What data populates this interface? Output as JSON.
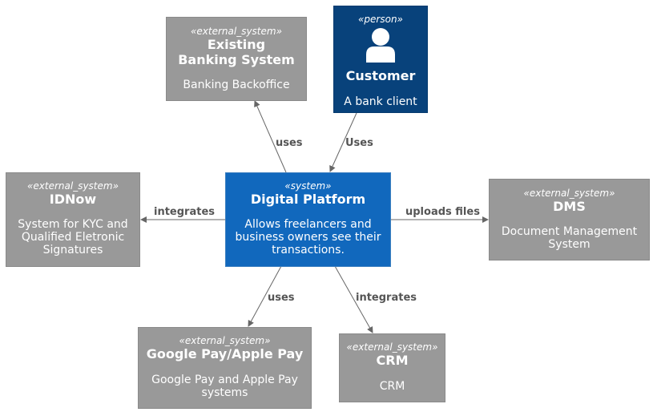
{
  "colors": {
    "external_system": "#999999",
    "system": "#1168bd",
    "person": "#08427b",
    "edge": "#666666"
  },
  "nodes": {
    "banking": {
      "stereotype": "«external_system»",
      "name": "Existing Banking System",
      "description": "Banking Backoffice"
    },
    "customer": {
      "stereotype": "«person»",
      "icon": "person-icon",
      "name": "Customer",
      "description": "A bank client"
    },
    "idnow": {
      "stereotype": "«external_system»",
      "name": "IDNow",
      "description": "System for KYC and Qualified Eletronic Signatures"
    },
    "platform": {
      "stereotype": "«system»",
      "name": "Digital Platform",
      "description": "Allows freelancers and business owners see their transactions."
    },
    "dms": {
      "stereotype": "«external_system»",
      "name": "DMS",
      "description": "Document Management System"
    },
    "pay": {
      "stereotype": "«external_system»",
      "name": "Google Pay/Apple Pay",
      "description": "Google Pay and Apple Pay systems"
    },
    "crm": {
      "stereotype": "«external_system»",
      "name": "CRM",
      "description": "CRM"
    }
  },
  "edges": [
    {
      "from": "platform",
      "to": "banking",
      "label": "uses"
    },
    {
      "from": "customer",
      "to": "platform",
      "label": "Uses"
    },
    {
      "from": "platform",
      "to": "idnow",
      "label": "integrates"
    },
    {
      "from": "platform",
      "to": "dms",
      "label": "uploads files"
    },
    {
      "from": "platform",
      "to": "pay",
      "label": "uses"
    },
    {
      "from": "platform",
      "to": "crm",
      "label": "integrates"
    }
  ]
}
